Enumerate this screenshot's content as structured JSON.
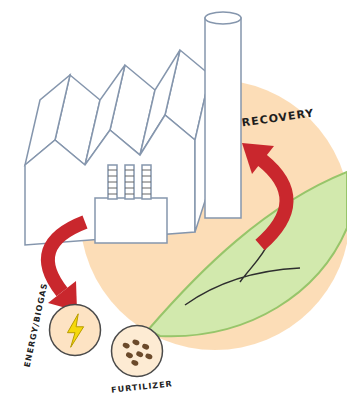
{
  "diagram": {
    "nodes": [
      {
        "text": [
          "ENERGY/BIOGAS"
        ]
      },
      {
        "text": [
          "FURTILIZER"
        ]
      }
    ],
    "labels": [
      "RECOVERY"
    ]
  }
}
